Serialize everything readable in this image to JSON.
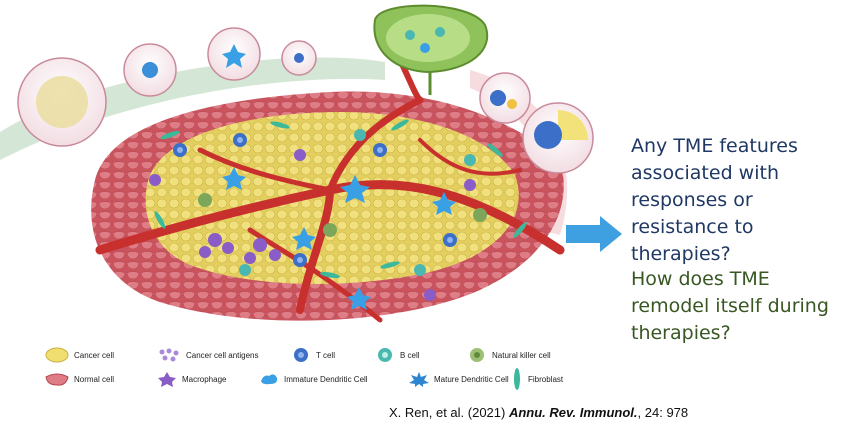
{
  "questions": {
    "q1": "Any TME features associated with responses or resistance to therapies?",
    "q2": "How does TME remodel itself during therapies?"
  },
  "legend": [
    {
      "label": "Cancer cell",
      "icon": "cancer-cell-icon"
    },
    {
      "label": "Cancer cell antigens",
      "icon": "antigen-icon"
    },
    {
      "label": "T cell",
      "icon": "t-cell-icon"
    },
    {
      "label": "B cell",
      "icon": "b-cell-icon"
    },
    {
      "label": "Natural killer cell",
      "icon": "nk-cell-icon"
    },
    {
      "label": "Normal cell",
      "icon": "normal-cell-icon"
    },
    {
      "label": "Macrophage",
      "icon": "macrophage-icon"
    },
    {
      "label": "Immature Dendritic Cell",
      "icon": "immature-dc-icon"
    },
    {
      "label": "Mature Dendritic Cell",
      "icon": "mature-dc-icon"
    },
    {
      "label": "Fibroblast",
      "icon": "fibroblast-icon"
    }
  ],
  "citation": {
    "authors": "X. Ren, et al. (2021) ",
    "journal": "Annu. Rev. Immunol.",
    "volume": ", 24: 978"
  },
  "colors": {
    "question_primary": "#1f3864",
    "question_secondary": "#385723",
    "arrow": "#3ea0e0",
    "tumor_yellow": "#e6d46a",
    "normal_pink": "#d9707a",
    "vessel_red": "#c8302e",
    "lymph_green": "#7fb84a"
  }
}
